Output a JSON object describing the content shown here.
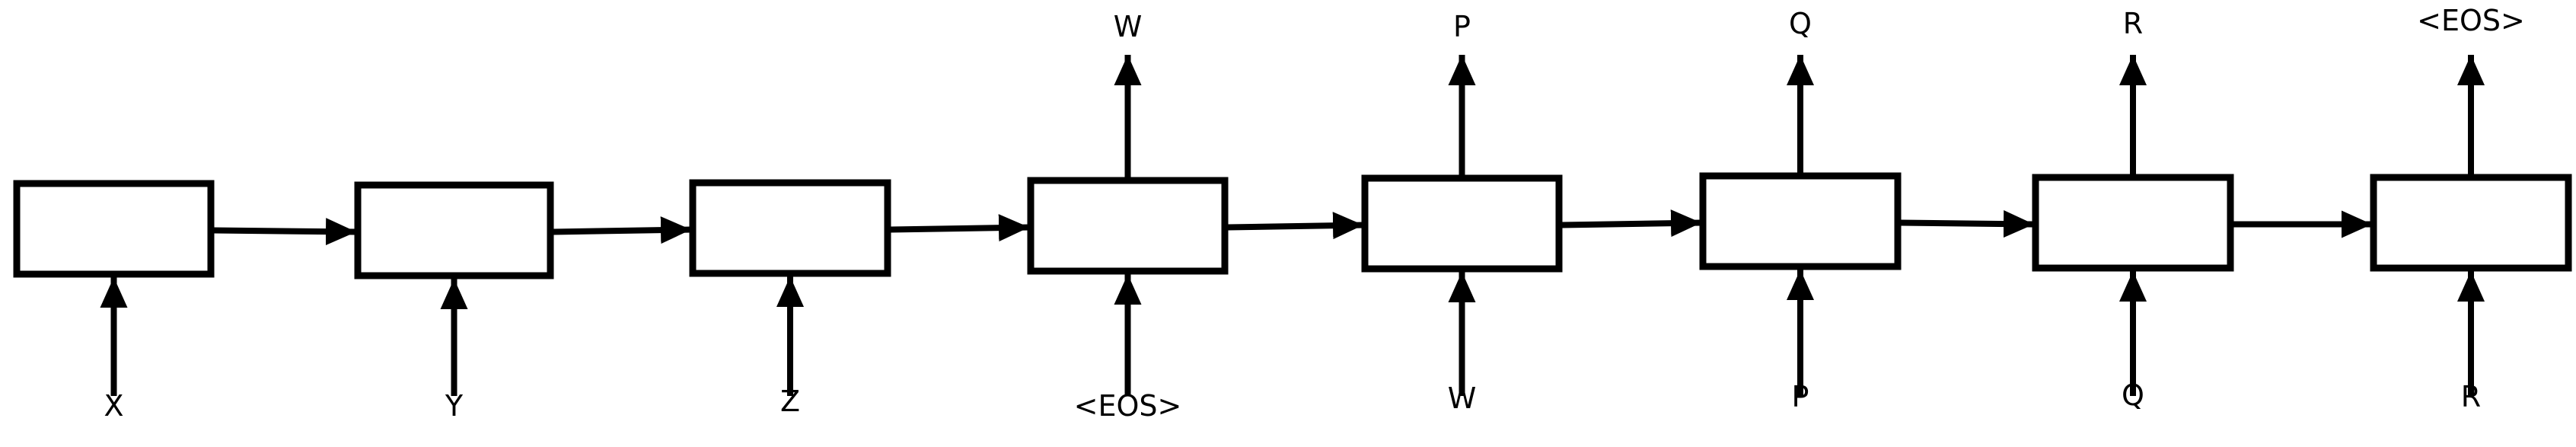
{
  "diagram": {
    "stroke_color": "#000000",
    "background": "#ffffff",
    "inputs": [
      "X",
      "Y",
      "Z",
      "<EOS>",
      "W",
      "P",
      "Q",
      "R"
    ],
    "outputs": [
      "",
      "",
      "",
      "W",
      "P",
      "Q",
      "R",
      "<EOS>"
    ]
  }
}
